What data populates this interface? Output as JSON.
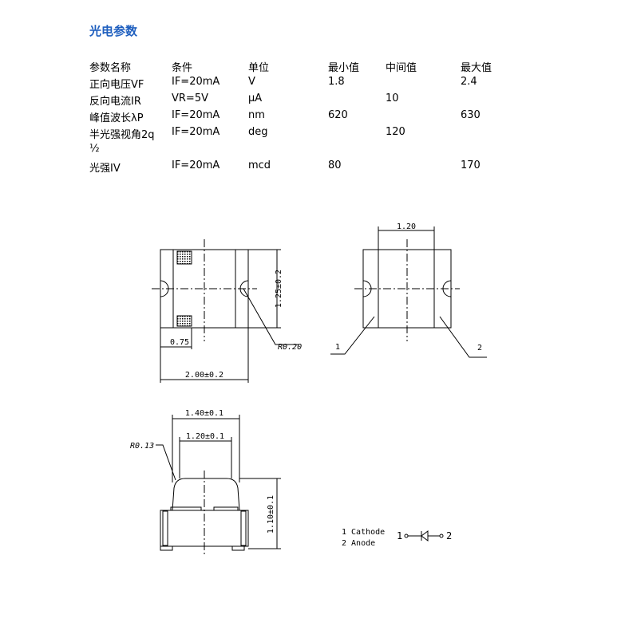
{
  "title": "光电参数",
  "table": {
    "headers": [
      "参数名称",
      "条件",
      "单位",
      "最小值",
      "中间值",
      "最大值"
    ],
    "rows": [
      [
        "正向电压VF",
        "IF=20mA",
        "V",
        "1.8",
        "",
        "2.4"
      ],
      [
        "反向电流IR",
        "VR=5V",
        "μA",
        "",
        "10",
        ""
      ],
      [
        "峰值波长λP",
        "IF=20mA",
        "nm",
        "620",
        "",
        "630"
      ],
      [
        "半光强视角2q",
        "IF=20mA",
        "deg",
        "",
        "120",
        ""
      ],
      [
        "½",
        "",
        "",
        "",
        "",
        ""
      ],
      [
        "光强IV",
        "IF=20mA",
        "mcd",
        "80",
        "",
        "170"
      ]
    ]
  },
  "drawing": {
    "top_view": {
      "height_dim": "1.25±0.2",
      "pad_dim": "0.75",
      "width_dim": "2.00±0.2",
      "radius_label": "R0.20"
    },
    "side_view": {
      "top_dim": "1.20",
      "callout_1": "1",
      "callout_2": "2"
    },
    "front_view": {
      "outer_dim": "1.40±0.1",
      "inner_dim": "1.20±0.1",
      "radius_label": "R0.13",
      "height_dim": "1.10±0.1"
    },
    "legend": {
      "line1": "1 Cathode",
      "line2": "2 Anode",
      "pin1": "1",
      "pin2": "2"
    }
  }
}
